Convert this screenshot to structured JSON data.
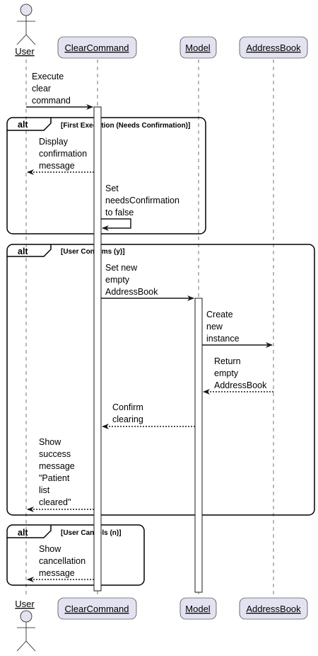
{
  "participants": {
    "user": "User",
    "clear_command": "ClearCommand",
    "model": "Model",
    "address_book": "AddressBook"
  },
  "fragments": [
    {
      "keyword": "alt",
      "guard": "[First Execution (Needs Confirmation)]"
    },
    {
      "keyword": "alt",
      "guard": "[User Confirms (y)]"
    },
    {
      "keyword": "alt",
      "guard": "[User Cancels (n)]"
    }
  ],
  "messages": [
    {
      "lines": [
        "Execute",
        "clear",
        "command"
      ]
    },
    {
      "lines": [
        "Display",
        "confirmation",
        "message"
      ]
    },
    {
      "lines": [
        "Set",
        "needsConfirmation",
        "to false"
      ]
    },
    {
      "lines": [
        "Set new",
        "empty",
        "AddressBook"
      ]
    },
    {
      "lines": [
        "Create",
        "new",
        "instance"
      ]
    },
    {
      "lines": [
        "Return",
        "empty",
        "AddressBook"
      ]
    },
    {
      "lines": [
        "Confirm",
        "clearing"
      ]
    },
    {
      "lines": [
        "Show",
        "success",
        "message",
        "\"Patient",
        "list",
        "cleared\""
      ]
    },
    {
      "lines": [
        "Show",
        "cancellation",
        "message"
      ]
    }
  ]
}
